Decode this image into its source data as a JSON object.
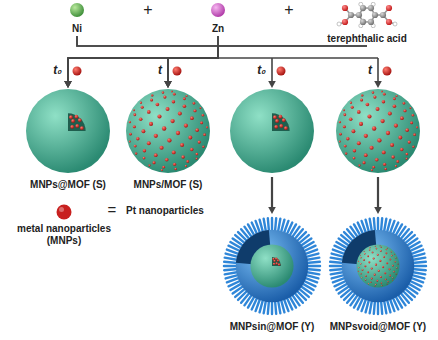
{
  "diagram": {
    "nodes": [
      {
        "text": [
          "Ni"
        ]
      },
      {
        "text": [
          "Zn"
        ]
      },
      {
        "text": [
          "terephthalic acid"
        ]
      },
      {
        "text": [
          "MNPs@MOF (S)"
        ]
      },
      {
        "text": [
          "MNPs/MOF (S)"
        ]
      },
      {
        "text": [
          "MNPsin@MOF (Y)"
        ]
      },
      {
        "text": [
          "MNPsvoid@MOF (Y)"
        ]
      }
    ],
    "edges": [
      {
        "from": 0,
        "to": 3,
        "arrow": "to"
      },
      {
        "from": 0,
        "to": 4,
        "arrow": "to"
      },
      {
        "from": 1,
        "to": 3,
        "arrow": "to"
      },
      {
        "from": 1,
        "to": 4,
        "arrow": "to"
      },
      {
        "from": 2,
        "to": 3,
        "arrow": "to"
      },
      {
        "from": 2,
        "to": 4,
        "arrow": "to"
      }
    ],
    "labels": [
      "+",
      "+",
      "t₀",
      "t",
      "t₀",
      "t",
      "=",
      "Pt nanoparticles"
    ],
    "legend": [
      {
        "text": "metal nanoparticles (MNPs)",
        "color": "#c8201f"
      }
    ]
  }
}
